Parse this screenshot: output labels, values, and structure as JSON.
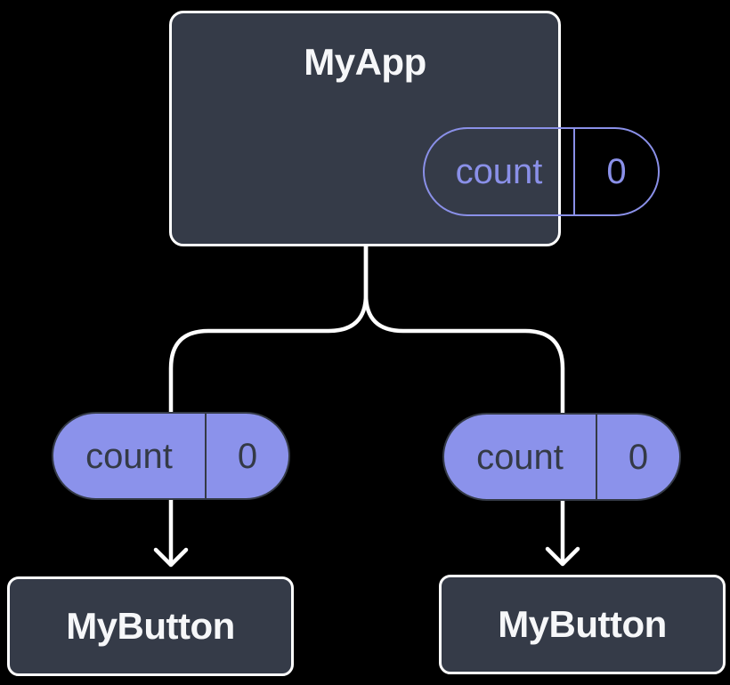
{
  "diagram": {
    "description": "Component tree sharing state: parent passes state down to children",
    "root": {
      "title": "MyApp",
      "state": {
        "name": "count",
        "value": "0"
      }
    },
    "children": [
      {
        "title": "MyButton",
        "prop": {
          "name": "count",
          "value": "0"
        }
      },
      {
        "title": "MyButton",
        "prop": {
          "name": "count",
          "value": "0"
        }
      }
    ],
    "colors": {
      "background": "#000000",
      "node_fill": "#353B48",
      "node_border": "#FFFFFF",
      "node_title_text": "#F6F7F9",
      "pill_fill": "#8B92EB",
      "pill_outline_accent": "#8A90E8",
      "pill_dark_text": "#343A46",
      "connector": "#FFFFFF"
    }
  }
}
